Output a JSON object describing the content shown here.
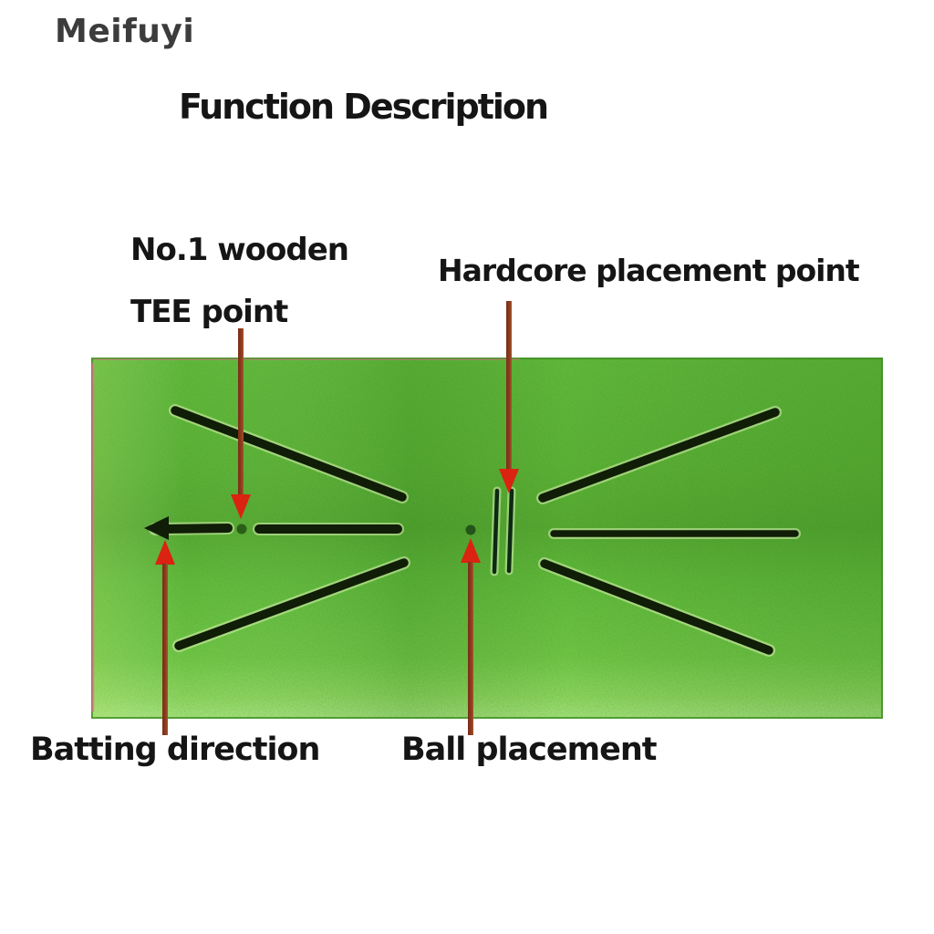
{
  "brand": "Meifuyi",
  "title": "Function Description",
  "labels": {
    "tee_line1": "No.1 wooden",
    "tee_line2": "TEE point",
    "hardcore": "Hardcore placement point",
    "batting": "Batting direction",
    "ball": "Ball placement"
  },
  "icons": {
    "tee_arrow": "arrow-down-icon",
    "hardcore_arrow": "arrow-down-icon",
    "batting_arrow": "arrow-up-icon",
    "ball_arrow": "arrow-up-icon",
    "batting_direction_marker": "arrow-left-line-icon"
  },
  "colors": {
    "brand-text": "#3c3c3c",
    "label-text": "#151515",
    "arrow-red": "#da2310",
    "arrow-stem": "#8a3a20",
    "mat-green": "#58b531",
    "mat-line-dark": "#101d07",
    "mat-dot-green": "#2b5f18",
    "mat-border-pink": "#ec6d92"
  }
}
